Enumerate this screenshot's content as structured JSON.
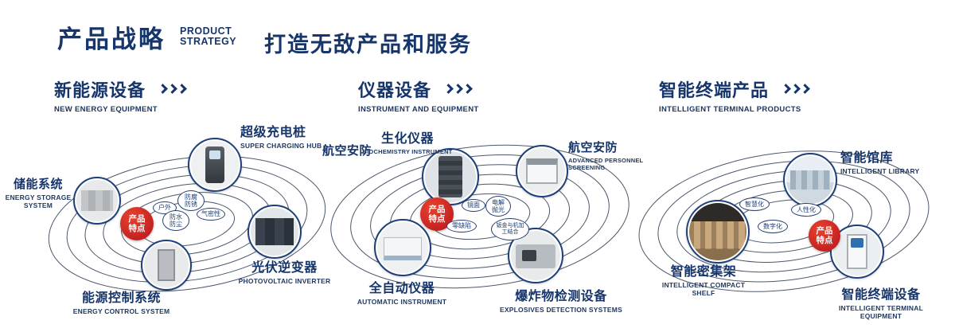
{
  "header": {
    "title": "产品战略",
    "subtitle1": "PRODUCT",
    "subtitle2": "STRATEGY",
    "slogan": "打造无敌产品和服务"
  },
  "colors": {
    "navy": "#16356b",
    "red": "#c31d23"
  },
  "sections": [
    {
      "title": "新能源设备",
      "subtitle": "NEW ENERGY EQUIPMENT",
      "badge": "产品特点",
      "features": [
        "户外",
        "防腐防锈",
        "气密性",
        "防水防尘"
      ],
      "products": [
        {
          "name": "超级充电桩",
          "en": "SUPER CHARGING HUB"
        },
        {
          "name": "储能系统",
          "en": "ENERGY STORAGE SYSTEM"
        },
        {
          "name": "光伏逆变器",
          "en": "PHOTOVOLTAIC INVERTER"
        },
        {
          "name": "能源控制系统",
          "en": "ENERGY CONTROL SYSTEM"
        }
      ]
    },
    {
      "title": "仪器设备",
      "subtitle": "INSTRUMENT AND EQUIPMENT",
      "side_label": "航空安防",
      "badge": "产品特点",
      "features": [
        "镜面",
        "电解抛光",
        "零缺陷",
        "钣金与机加工结合"
      ],
      "products": [
        {
          "name": "生化仪器",
          "en": "BIOCHEMISTRY INSTRUMENT"
        },
        {
          "name": "航空安防",
          "en": "ADVANCED PERSONNEL SCREENING"
        },
        {
          "name": "全自动仪器",
          "en": "AUTOMATIC INSTRUMENT"
        },
        {
          "name": "爆炸物检测设备",
          "en": "EXPLOSIVES DETECTION SYSTEMS"
        }
      ]
    },
    {
      "title": "智能终端产品",
      "subtitle": "INTELLIGENT TERMINAL PRODUCTS",
      "badge": "产品特点",
      "features": [
        "智慧化",
        "人性化",
        "数字化"
      ],
      "products": [
        {
          "name": "智能馆库",
          "en": "INTELLIGENT LIBRARY"
        },
        {
          "name": "智能密集架",
          "en": "INTELLIGENT COMPACT SHELF"
        },
        {
          "name": "智能终端设备",
          "en": "INTELLIGENT TERMINAL EQUIPMENT"
        }
      ]
    }
  ]
}
